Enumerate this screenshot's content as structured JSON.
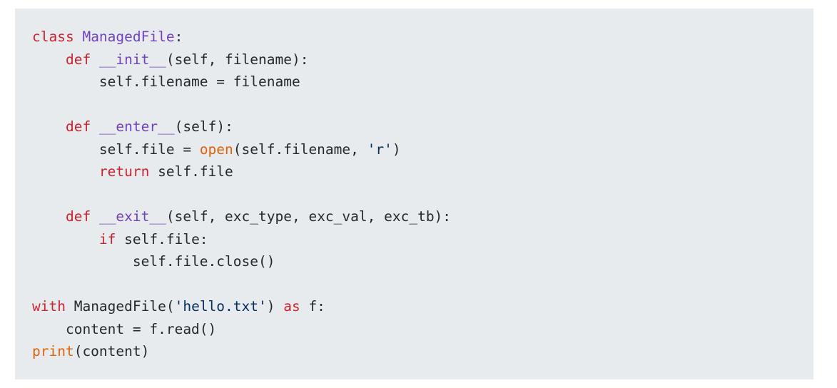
{
  "code": {
    "language": "python",
    "lines": [
      [
        {
          "t": "class",
          "c": "kw"
        },
        {
          "t": " ",
          "c": "txt"
        },
        {
          "t": "ManagedFile",
          "c": "cls"
        },
        {
          "t": ":",
          "c": "txt"
        }
      ],
      [
        {
          "t": "    ",
          "c": "txt"
        },
        {
          "t": "def",
          "c": "kw"
        },
        {
          "t": " ",
          "c": "txt"
        },
        {
          "t": "__init__",
          "c": "fn"
        },
        {
          "t": "(self, filename):",
          "c": "txt"
        }
      ],
      [
        {
          "t": "        self.filename = filename",
          "c": "txt"
        }
      ],
      [],
      [
        {
          "t": "    ",
          "c": "txt"
        },
        {
          "t": "def",
          "c": "kw"
        },
        {
          "t": " ",
          "c": "txt"
        },
        {
          "t": "__enter__",
          "c": "fn"
        },
        {
          "t": "(self):",
          "c": "txt"
        }
      ],
      [
        {
          "t": "        self.file = ",
          "c": "txt"
        },
        {
          "t": "open",
          "c": "bi"
        },
        {
          "t": "(self.filename, ",
          "c": "txt"
        },
        {
          "t": "'r'",
          "c": "str"
        },
        {
          "t": ")",
          "c": "txt"
        }
      ],
      [
        {
          "t": "        ",
          "c": "txt"
        },
        {
          "t": "return",
          "c": "kw"
        },
        {
          "t": " self.file",
          "c": "txt"
        }
      ],
      [],
      [
        {
          "t": "    ",
          "c": "txt"
        },
        {
          "t": "def",
          "c": "kw"
        },
        {
          "t": " ",
          "c": "txt"
        },
        {
          "t": "__exit__",
          "c": "fn"
        },
        {
          "t": "(self, exc_type, exc_val, exc_tb):",
          "c": "txt"
        }
      ],
      [
        {
          "t": "        ",
          "c": "txt"
        },
        {
          "t": "if",
          "c": "kw"
        },
        {
          "t": " self.file:",
          "c": "txt"
        }
      ],
      [
        {
          "t": "            self.file.close()",
          "c": "txt"
        }
      ],
      [],
      [
        {
          "t": "with",
          "c": "kw"
        },
        {
          "t": " ManagedFile(",
          "c": "txt"
        },
        {
          "t": "'hello.txt'",
          "c": "str"
        },
        {
          "t": ") ",
          "c": "txt"
        },
        {
          "t": "as",
          "c": "kw"
        },
        {
          "t": " f:",
          "c": "txt"
        }
      ],
      [
        {
          "t": "    content = f.read()",
          "c": "txt"
        }
      ],
      [
        {
          "t": "print",
          "c": "bi"
        },
        {
          "t": "(content)",
          "c": "txt"
        }
      ]
    ]
  },
  "colors": {
    "background": "#e8ebee",
    "keyword": "#cf222e",
    "class_name": "#6f42c1",
    "function_name": "#6f42c1",
    "builtin": "#e36209",
    "string": "#032f62",
    "text": "#24292e"
  }
}
